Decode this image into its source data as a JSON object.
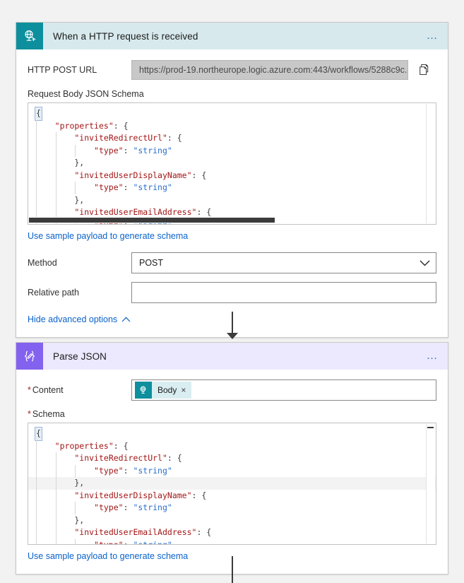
{
  "cards": [
    {
      "id": "http-trigger",
      "title": "When a HTTP request is received",
      "icon": "globe-request-icon",
      "accent": "#0e8f9d",
      "header_bg": "#d7e9ed",
      "menu": "…",
      "fields": {
        "post_url_label": "HTTP POST URL",
        "post_url_value": "https://prod-19.northeurope.logic.azure.com:443/workflows/5288c9c...",
        "copy_icon": "copy-icon",
        "schema_label": "Request Body JSON Schema",
        "sample_payload_link": "Use sample payload to generate schema",
        "method_label": "Method",
        "method_value": "POST",
        "method_chevron": "chevron-down-icon",
        "relative_path_label": "Relative path",
        "relative_path_value": "",
        "advanced_link": "Hide advanced options",
        "advanced_chevron": "chevron-up-icon"
      }
    },
    {
      "id": "parse-json",
      "title": "Parse JSON",
      "icon": "braces-pen-icon",
      "accent": "#8362f0",
      "header_bg": "#ece8fd",
      "menu": "…",
      "fields": {
        "content_label": "Content",
        "content_required": "*",
        "content_token": "Body",
        "content_token_icon": "globe-request-icon",
        "content_token_remove": "×",
        "schema_label": "Schema",
        "schema_required": "*",
        "sample_payload_link": "Use sample payload to generate schema"
      }
    }
  ],
  "schema_code": {
    "lines": [
      {
        "indent": 0,
        "parts": [
          {
            "t": "pun",
            "v": "{",
            "cursor": true
          }
        ]
      },
      {
        "indent": 1,
        "parts": [
          {
            "t": "key",
            "v": "\"properties\""
          },
          {
            "t": "pun",
            "v": ": {"
          }
        ]
      },
      {
        "indent": 2,
        "parts": [
          {
            "t": "key",
            "v": "\"inviteRedirectUrl\""
          },
          {
            "t": "pun",
            "v": ": {"
          }
        ]
      },
      {
        "indent": 3,
        "parts": [
          {
            "t": "key",
            "v": "\"type\""
          },
          {
            "t": "pun",
            "v": ": "
          },
          {
            "t": "str",
            "v": "\"string\""
          }
        ]
      },
      {
        "indent": 2,
        "parts": [
          {
            "t": "pun",
            "v": "},"
          }
        ]
      },
      {
        "indent": 2,
        "parts": [
          {
            "t": "key",
            "v": "\"invitedUserDisplayName\""
          },
          {
            "t": "pun",
            "v": ": {"
          }
        ]
      },
      {
        "indent": 3,
        "parts": [
          {
            "t": "key",
            "v": "\"type\""
          },
          {
            "t": "pun",
            "v": ": "
          },
          {
            "t": "str",
            "v": "\"string\""
          }
        ]
      },
      {
        "indent": 2,
        "parts": [
          {
            "t": "pun",
            "v": "},"
          }
        ]
      },
      {
        "indent": 2,
        "parts": [
          {
            "t": "key",
            "v": "\"invitedUserEmailAddress\""
          },
          {
            "t": "pun",
            "v": ": {"
          }
        ]
      },
      {
        "indent": 3,
        "parts": [
          {
            "t": "key",
            "v": "\"type\""
          },
          {
            "t": "pun",
            "v": ": "
          },
          {
            "t": "str",
            "v": "\"string\""
          }
        ]
      }
    ],
    "highlight_line_index_card2": 4
  }
}
